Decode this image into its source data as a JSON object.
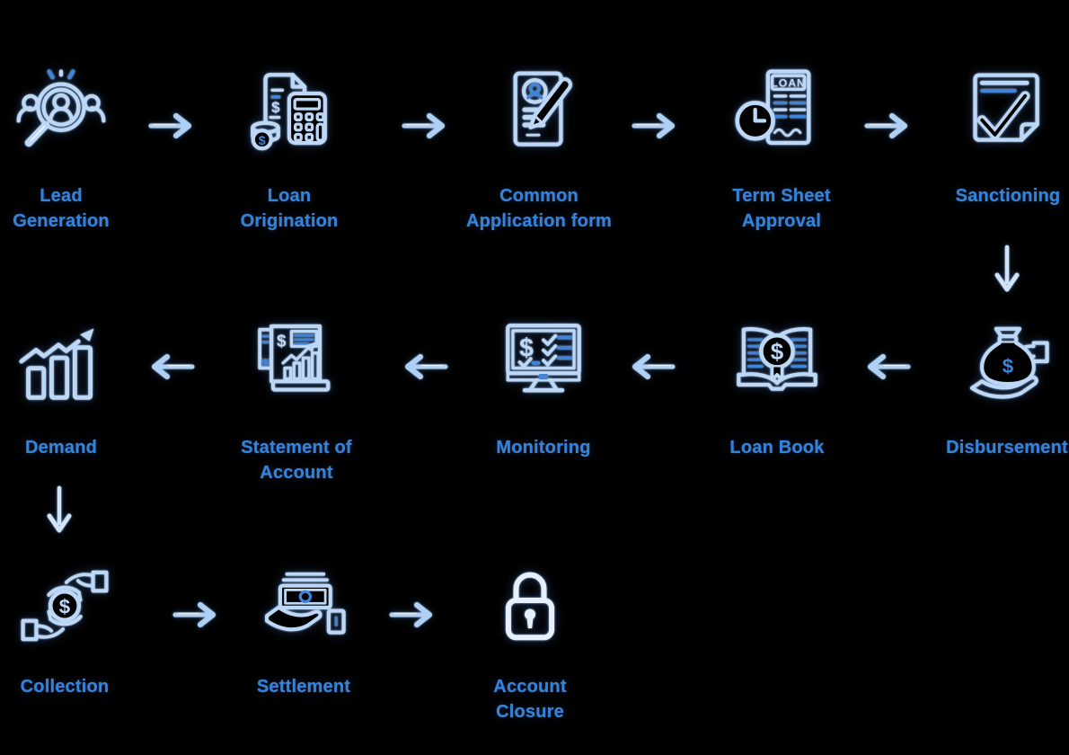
{
  "diagram": {
    "title": "Loan lifecycle flow diagram",
    "colors": {
      "background": "#000000",
      "icon_stroke": "#bdd8f7",
      "icon_accent": "#3f84dc",
      "lock_stroke": "#e6effc",
      "arrow": "#aed0f4",
      "down_arrow": "#cfe3f9",
      "label_text": "#3482da"
    }
  },
  "steps": [
    {
      "id": "lead-generation",
      "label": "Lead\nGeneration",
      "icon": "people-search-icon"
    },
    {
      "id": "loan-origination",
      "label": "Loan\nOrigination",
      "icon": "document-calculator-coins-icon"
    },
    {
      "id": "common-application-form",
      "label": "Common\nApplication form",
      "icon": "form-avatar-pencil-icon"
    },
    {
      "id": "term-sheet-approval",
      "label": "Term Sheet\nApproval",
      "icon": "loan-document-clock-icon"
    },
    {
      "id": "sanctioning",
      "label": "Sanctioning",
      "icon": "note-checkmark-icon"
    },
    {
      "id": "disbursement",
      "label": "Disbursement",
      "icon": "money-bag-hand-icon"
    },
    {
      "id": "loan-book",
      "label": "Loan Book",
      "icon": "open-book-dollar-icon"
    },
    {
      "id": "monitoring",
      "label": "Monitoring",
      "icon": "monitor-checklist-icon"
    },
    {
      "id": "statement-of-account",
      "label": "Statement of\nAccount",
      "icon": "statement-chart-icon"
    },
    {
      "id": "demand",
      "label": "Demand",
      "icon": "bar-chart-growth-icon"
    },
    {
      "id": "collection",
      "label": "Collection",
      "icon": "hands-dollar-exchange-icon"
    },
    {
      "id": "settlement",
      "label": "Settlement",
      "icon": "cash-in-hand-icon"
    },
    {
      "id": "account-closure",
      "label": "Account\nClosure",
      "icon": "padlock-icon"
    }
  ],
  "connections": [
    {
      "from": "Lead Generation",
      "to": "Loan Origination",
      "direction": "right"
    },
    {
      "from": "Loan Origination",
      "to": "Common Application form",
      "direction": "right"
    },
    {
      "from": "Common Application form",
      "to": "Term Sheet Approval",
      "direction": "right"
    },
    {
      "from": "Term Sheet Approval",
      "to": "Sanctioning",
      "direction": "right"
    },
    {
      "from": "Sanctioning",
      "to": "Disbursement",
      "direction": "down"
    },
    {
      "from": "Disbursement",
      "to": "Loan Book",
      "direction": "left"
    },
    {
      "from": "Loan Book",
      "to": "Monitoring",
      "direction": "left"
    },
    {
      "from": "Monitoring",
      "to": "Statement of Account",
      "direction": "left"
    },
    {
      "from": "Statement of Account",
      "to": "Demand",
      "direction": "left"
    },
    {
      "from": "Demand",
      "to": "Collection",
      "direction": "down"
    },
    {
      "from": "Collection",
      "to": "Settlement",
      "direction": "right"
    },
    {
      "from": "Settlement",
      "to": "Account Closure",
      "direction": "right"
    }
  ]
}
